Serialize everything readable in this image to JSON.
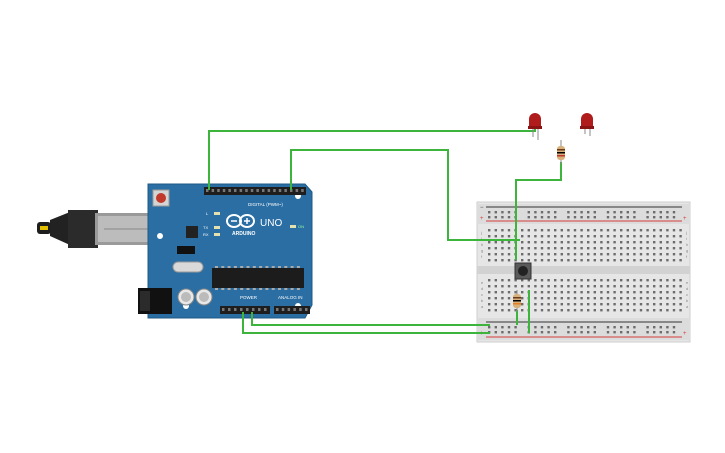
{
  "canvas": {
    "background": "#ffffff"
  },
  "arduino": {
    "model_label": "UNO",
    "brand_label": "ARDUINO",
    "digital_header_label": "DIGITAL (PWM~)",
    "analog_header_label": "ANALOG IN",
    "power_header_label": "POWER",
    "on_label": "ON",
    "tx_label": "TX",
    "rx_label": "RX",
    "l_label": "L",
    "board_color": "#2a6ea3",
    "header_color": "#1e1e1e"
  },
  "breadboard": {
    "plus_label": "+",
    "minus_label": "−",
    "row_letters_top": [
      "j",
      "i",
      "h",
      "g",
      "f"
    ],
    "row_letters_bottom": [
      "e",
      "d",
      "c",
      "b",
      "a"
    ],
    "body_color": "#e8e8e8",
    "rail_red": "#d43b3b",
    "rail_black": "#333333"
  },
  "components": {
    "led_color": "#b01b1b",
    "resistor_color": "#d8b07a",
    "wire_color": "#3db53d",
    "button_color": "#333333"
  }
}
